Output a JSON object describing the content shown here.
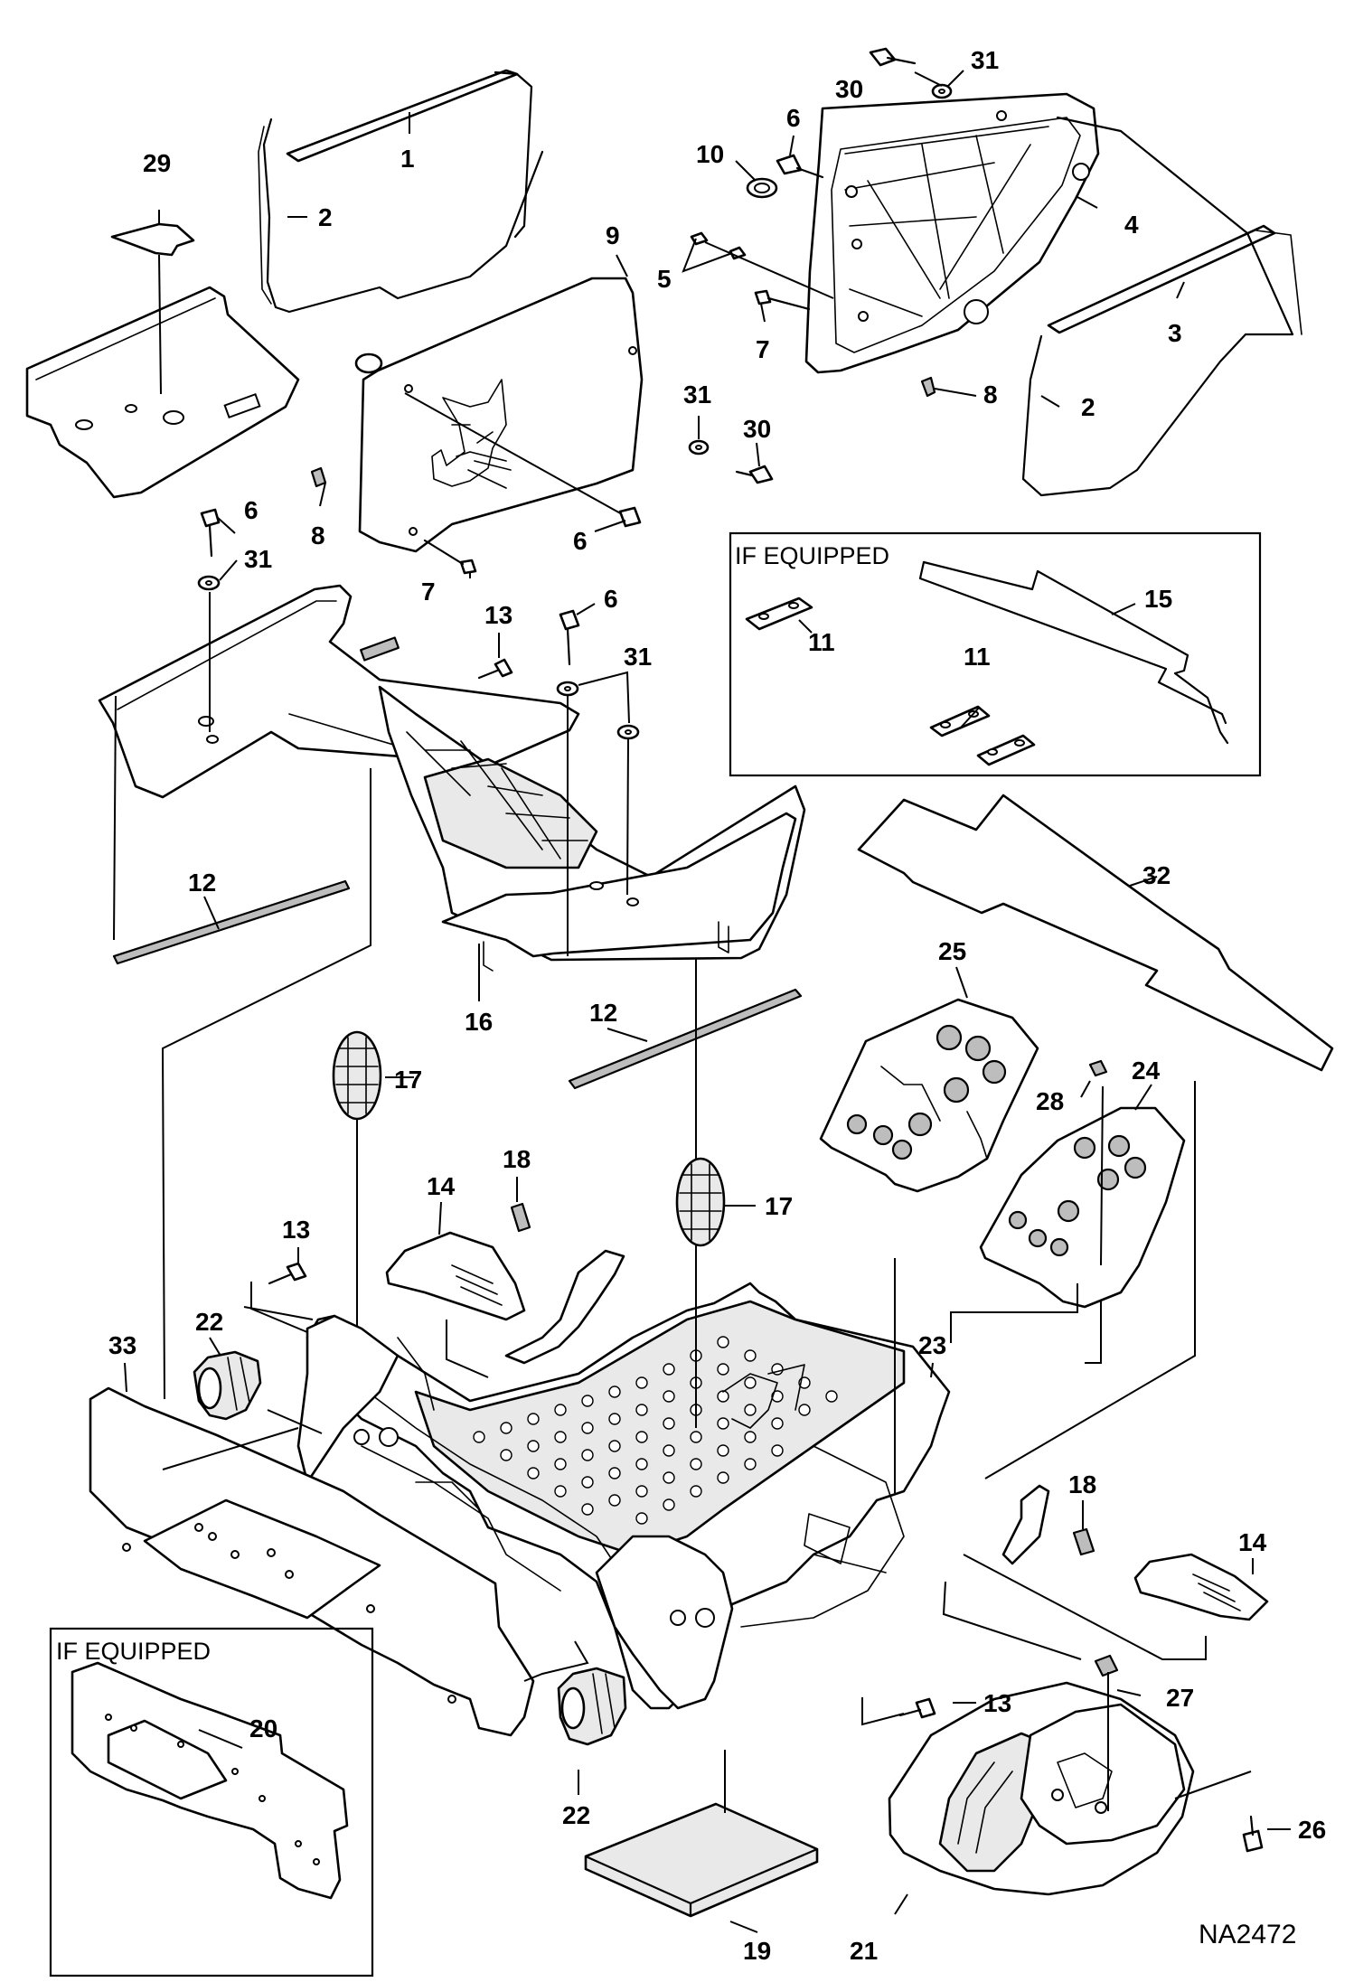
{
  "figure_code": "NA2472",
  "insets": [
    {
      "id": "inset-top",
      "title": "IF EQUIPPED"
    },
    {
      "id": "inset-bottom",
      "title": "IF EQUIPPED"
    }
  ],
  "callouts": [
    {
      "id": "c1",
      "label": "1"
    },
    {
      "id": "c2a",
      "label": "2"
    },
    {
      "id": "c29",
      "label": "29"
    },
    {
      "id": "c30a",
      "label": "30"
    },
    {
      "id": "c31a",
      "label": "31"
    },
    {
      "id": "c6a",
      "label": "6"
    },
    {
      "id": "c10",
      "label": "10"
    },
    {
      "id": "c4",
      "label": "4"
    },
    {
      "id": "c9",
      "label": "9"
    },
    {
      "id": "c5",
      "label": "5"
    },
    {
      "id": "c3",
      "label": "3"
    },
    {
      "id": "c7a",
      "label": "7"
    },
    {
      "id": "c8a",
      "label": "8"
    },
    {
      "id": "c2b",
      "label": "2"
    },
    {
      "id": "c31b",
      "label": "31"
    },
    {
      "id": "c30b",
      "label": "30"
    },
    {
      "id": "c6b",
      "label": "6"
    },
    {
      "id": "c31c",
      "label": "31"
    },
    {
      "id": "c8b",
      "label": "8"
    },
    {
      "id": "c6c",
      "label": "6"
    },
    {
      "id": "c7b",
      "label": "7"
    },
    {
      "id": "c13a",
      "label": "13"
    },
    {
      "id": "c6d",
      "label": "6"
    },
    {
      "id": "c31d",
      "label": "31"
    },
    {
      "id": "c15",
      "label": "15"
    },
    {
      "id": "c11a",
      "label": "11"
    },
    {
      "id": "c11b",
      "label": "11"
    },
    {
      "id": "c32",
      "label": "32"
    },
    {
      "id": "c12a",
      "label": "12"
    },
    {
      "id": "c16",
      "label": "16"
    },
    {
      "id": "c12b",
      "label": "12"
    },
    {
      "id": "c25",
      "label": "25"
    },
    {
      "id": "c17a",
      "label": "17"
    },
    {
      "id": "c18a",
      "label": "18"
    },
    {
      "id": "c28",
      "label": "28"
    },
    {
      "id": "c24",
      "label": "24"
    },
    {
      "id": "c14a",
      "label": "14"
    },
    {
      "id": "c13b",
      "label": "13"
    },
    {
      "id": "c17b",
      "label": "17"
    },
    {
      "id": "c22a",
      "label": "22"
    },
    {
      "id": "c33",
      "label": "33"
    },
    {
      "id": "c23",
      "label": "23"
    },
    {
      "id": "c18b",
      "label": "18"
    },
    {
      "id": "c14b",
      "label": "14"
    },
    {
      "id": "c20",
      "label": "20"
    },
    {
      "id": "c27",
      "label": "27"
    },
    {
      "id": "c13c",
      "label": "13"
    },
    {
      "id": "c22b",
      "label": "22"
    },
    {
      "id": "c26",
      "label": "26"
    },
    {
      "id": "c19",
      "label": "19"
    },
    {
      "id": "c21",
      "label": "21"
    }
  ]
}
